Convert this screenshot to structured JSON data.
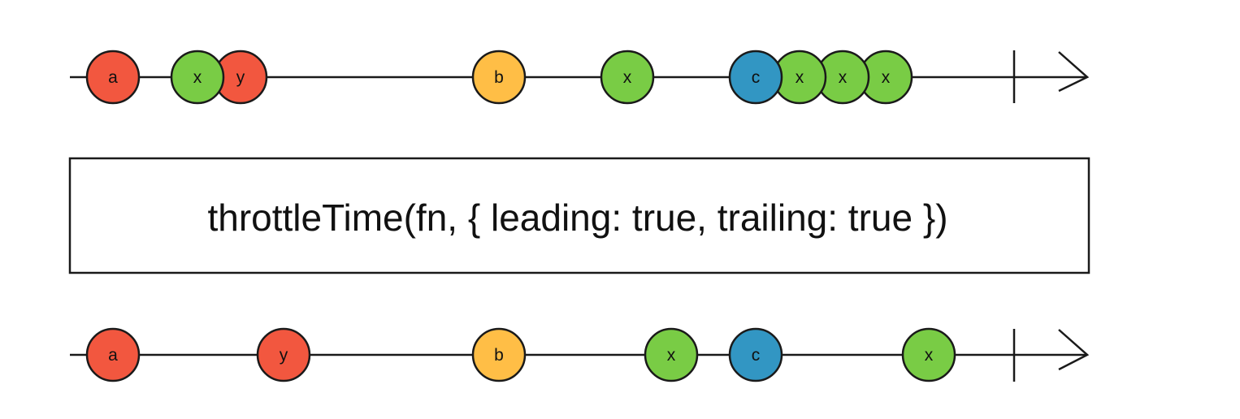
{
  "colors": {
    "red": "#f2573f",
    "green": "#79cc45",
    "yellow": "#ffbe46",
    "blue": "#3296c3",
    "stroke": "#1a1a1a"
  },
  "operator": {
    "label": "throttleTime(fn, { leading: true, trailing: true })"
  },
  "input": {
    "marbles": [
      {
        "label": "a",
        "color": "red"
      },
      {
        "label": "x",
        "color": "green"
      },
      {
        "label": "y",
        "color": "red"
      },
      {
        "label": "b",
        "color": "yellow"
      },
      {
        "label": "x",
        "color": "green"
      },
      {
        "label": "x",
        "color": "green"
      },
      {
        "label": "x",
        "color": "green"
      },
      {
        "label": "x",
        "color": "green"
      },
      {
        "label": "c",
        "color": "blue"
      }
    ]
  },
  "output": {
    "marbles": [
      {
        "label": "a",
        "color": "red"
      },
      {
        "label": "y",
        "color": "red"
      },
      {
        "label": "b",
        "color": "yellow"
      },
      {
        "label": "x",
        "color": "green"
      },
      {
        "label": "c",
        "color": "blue"
      },
      {
        "label": "x",
        "color": "green"
      }
    ]
  }
}
